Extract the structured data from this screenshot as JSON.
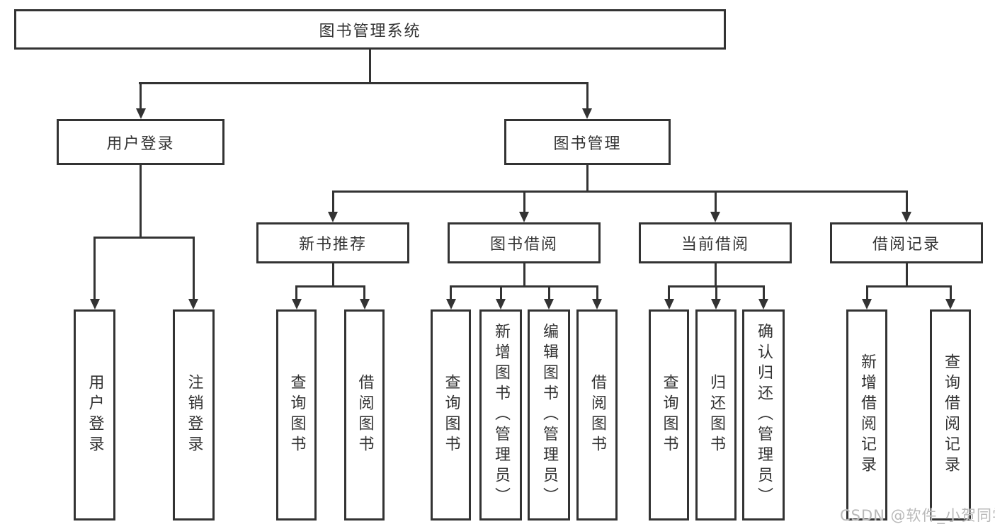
{
  "tree": {
    "label": "图书管理系统",
    "children": [
      {
        "label": "用户登录",
        "children": [
          {
            "label": "用户登录"
          },
          {
            "label": "注销登录"
          }
        ]
      },
      {
        "label": "图书管理",
        "children": [
          {
            "label": "新书推荐",
            "children": [
              {
                "label": "查询图书"
              },
              {
                "label": "借阅图书"
              }
            ]
          },
          {
            "label": "图书借阅",
            "children": [
              {
                "label": "查询图书"
              },
              {
                "label": "新增图书（管理员）"
              },
              {
                "label": "编辑图书（管理员）"
              },
              {
                "label": "借阅图书"
              }
            ]
          },
          {
            "label": "当前借阅",
            "children": [
              {
                "label": "查询图书"
              },
              {
                "label": "归还图书"
              },
              {
                "label": "确认归还（管理员）"
              }
            ]
          },
          {
            "label": "借阅记录",
            "children": [
              {
                "label": "新增借阅记录"
              },
              {
                "label": "查询借阅记录"
              }
            ]
          }
        ]
      }
    ]
  },
  "watermark": {
    "text": "CSDN @软件_小贺同学"
  },
  "colors": {
    "line": "#333333",
    "text": "#333333",
    "watermark": "#b9b9b9",
    "background": "#ffffff"
  }
}
